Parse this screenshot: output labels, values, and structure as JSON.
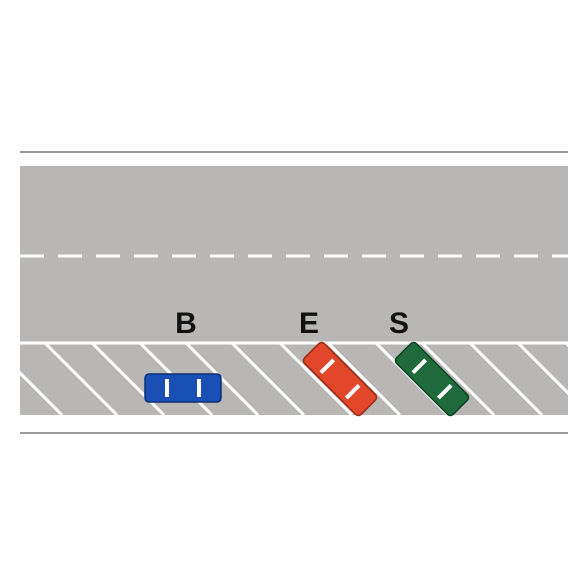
{
  "colors": {
    "page_background": "#ffffff",
    "road_surface": "#b8b7b5",
    "road_edge_line": "#9c9b99",
    "lane_marking": "#ffffff",
    "label_text": "#111111"
  },
  "scene": {
    "type": "top-down road with angled parking spaces",
    "center_line_style": "dashed",
    "parking_stall_style": "diagonal lines",
    "cars": [
      {
        "label": "B",
        "color": "#1a4fb5",
        "color_name": "blue",
        "parking": "parallel"
      },
      {
        "label": "E",
        "color": "#e2472b",
        "color_name": "red",
        "parking": "angled"
      },
      {
        "label": "S",
        "color": "#1e6a3c",
        "color_name": "green",
        "parking": "angled"
      }
    ]
  }
}
